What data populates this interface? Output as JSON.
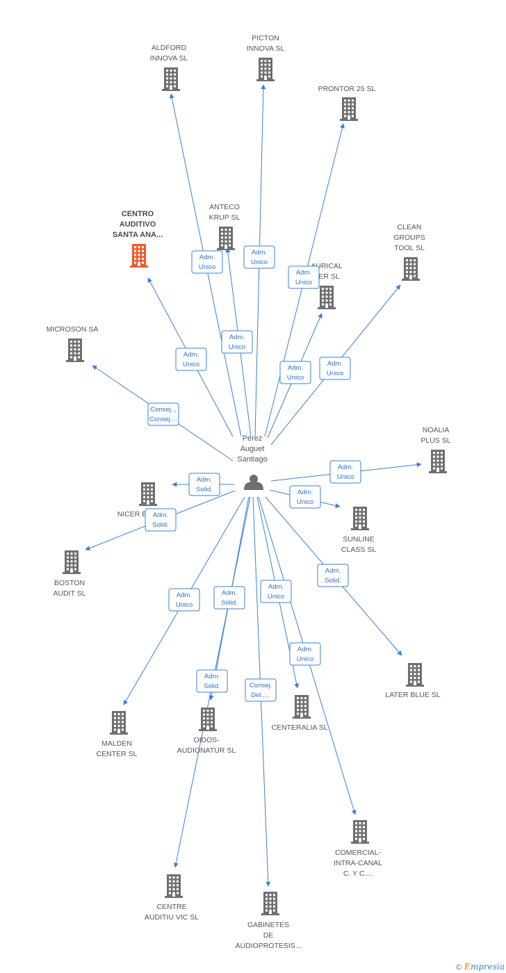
{
  "center": {
    "label": [
      "Perez",
      "Auguet",
      "Santiago"
    ]
  },
  "colors": {
    "edge": "#3a7fd5",
    "building": "#6f6f6f",
    "highlight": "#f05a28",
    "person": "#6f6f6f"
  },
  "nodes": [
    {
      "id": "aldford",
      "label": [
        "ALDFORD",
        "INNOVA SL"
      ]
    },
    {
      "id": "picton",
      "label": [
        "PICTON",
        "INNOVA SL"
      ]
    },
    {
      "id": "prontor",
      "label": [
        "PRONTOR 25 SL"
      ]
    },
    {
      "id": "anteco",
      "label": [
        "ANTECO",
        "KRUP SL"
      ]
    },
    {
      "id": "centro",
      "label": [
        "CENTRO",
        "AUDITIVO",
        "SANTA ANA..."
      ],
      "highlight": true
    },
    {
      "id": "clean",
      "label": [
        "CLEAN",
        "GROUPS",
        "TOOL SL"
      ]
    },
    {
      "id": "aurical",
      "label": [
        "AURICAL",
        "SER SL"
      ]
    },
    {
      "id": "microson",
      "label": [
        "MICROSON SA"
      ]
    },
    {
      "id": "noalia",
      "label": [
        "NOALIA",
        "PLUS SL"
      ]
    },
    {
      "id": "nicer",
      "label": [
        "NICER B"
      ]
    },
    {
      "id": "sunline",
      "label": [
        "SUNLINE",
        "CLASS  SL"
      ]
    },
    {
      "id": "boston",
      "label": [
        "BOSTON",
        "AUDIT SL"
      ]
    },
    {
      "id": "later",
      "label": [
        "LATER BLUE SL"
      ]
    },
    {
      "id": "malden",
      "label": [
        "MALDEN",
        "CENTER SL"
      ]
    },
    {
      "id": "oidos",
      "label": [
        "OIDOS-",
        "AUDIONATUR SL"
      ]
    },
    {
      "id": "centeralia",
      "label": [
        "CENTERALIA SL"
      ]
    },
    {
      "id": "comercial",
      "label": [
        "COMERCIAL-",
        "INTRA-CANAL",
        "C.  Y C...."
      ]
    },
    {
      "id": "centre",
      "label": [
        "CENTRE",
        "AUDITIU VIC SL"
      ]
    },
    {
      "id": "gabinetes",
      "label": [
        "GABINETES",
        "DE",
        "AUDIOPROTESIS..."
      ]
    }
  ],
  "edges": [
    {
      "to": "aldford",
      "label": [
        "Adm.",
        "Unico"
      ]
    },
    {
      "to": "picton",
      "label": [
        "Adm.",
        "Unico"
      ]
    },
    {
      "to": "prontor",
      "label": [
        "Adm.",
        "Unico"
      ]
    },
    {
      "to": "anteco",
      "label": [
        "Adm.",
        "Unico"
      ]
    },
    {
      "to": "centro",
      "label": [
        "Adm.",
        "Unico"
      ]
    },
    {
      "to": "clean",
      "label": [
        "Adm.",
        "Unico"
      ]
    },
    {
      "to": "aurical",
      "label": [
        "Adm.",
        "Unico"
      ]
    },
    {
      "to": "microson",
      "label": [
        "Consej. ,",
        "Consej...."
      ]
    },
    {
      "to": "noalia",
      "label": [
        "Adm.",
        "Unico"
      ]
    },
    {
      "to": "nicer",
      "label": [
        "Adm.",
        "Solid."
      ]
    },
    {
      "to": "sunline",
      "label": [
        "Adm.",
        "Unico"
      ]
    },
    {
      "to": "boston",
      "label": [
        "Adm.",
        "Solid."
      ]
    },
    {
      "to": "later",
      "label": [
        "Adm.",
        "Solid."
      ]
    },
    {
      "to": "malden",
      "label": [
        "Adm.",
        "Unico"
      ]
    },
    {
      "to": "oidos",
      "label": [
        "Adm.",
        "Solid."
      ]
    },
    {
      "to": "centeralia",
      "label": [
        "Adm.",
        "Unico"
      ]
    },
    {
      "to": "comercial",
      "label": [
        "Adm.",
        "Unico"
      ]
    },
    {
      "to": "centre",
      "label": [
        "Adm.",
        "Solid."
      ]
    },
    {
      "to": "gabinetes",
      "label": [
        "Consej.",
        "Del.,..."
      ]
    }
  ],
  "footer": {
    "copyright": "©",
    "brand_initial": "E",
    "brand_rest": "mpresia"
  }
}
